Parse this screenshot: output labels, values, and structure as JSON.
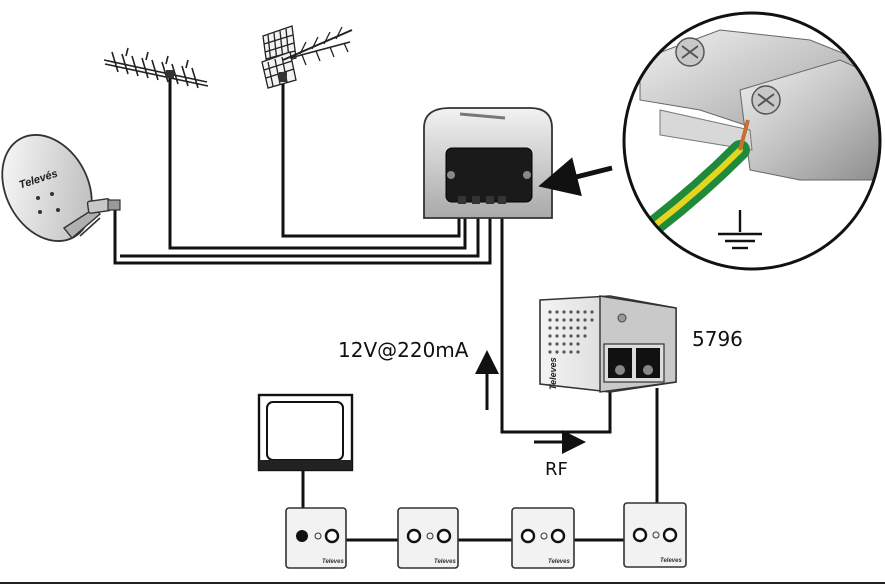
{
  "labels": {
    "power": "12V@220mA",
    "model": "5796",
    "rf": "RF"
  },
  "brand": {
    "dish_logo": "Televés",
    "pwr_logo": "Televes",
    "outlet_logo": "Televes"
  },
  "icons": [
    "satellite-dish-icon",
    "yagi-antenna-icon",
    "uhf-grid-antenna-icon",
    "multiswitch-amplifier-icon",
    "ground-connection-icon",
    "power-supply-icon",
    "television-icon",
    "wall-outlet-icon",
    "earth-ground-icon"
  ],
  "colors": {
    "cable": "#111111",
    "ground_wire_green": "#1f8a3a",
    "ground_wire_yellow": "#e4d520",
    "copper": "#c9702e",
    "housing": "#d0d0d0"
  }
}
